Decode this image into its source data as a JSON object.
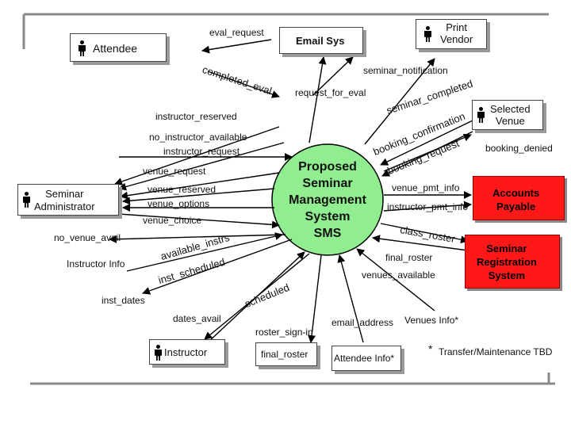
{
  "actors": {
    "attendee": "Attendee",
    "email_sys": "Email Sys",
    "print_vendor": "Print\nVendor",
    "selected_venue": "Selected\nVenue",
    "seminar_admin": "Seminar\nAdministrator",
    "accounts_payable": "Accounts\nPayable",
    "seminar_registration": "Seminar\nRegistration\nSystem",
    "instructor": "Instructor"
  },
  "system": "Proposed\nSeminar\nManagement\nSystem\nSMS",
  "flows": {
    "eval_request": "eval_request",
    "completed_eval": "completed_eval",
    "seminar_notification": "seminar_notification",
    "request_for_eval": "request_for_eval",
    "seminar_completed": "seminar_completed",
    "instructor_reserved": "instructor_reserved",
    "booking_confirmation": "booking_confirmation",
    "no_instructor_available": "no_instructor_available",
    "booking_denied": "booking_denied",
    "instructor_request": "instructor_request",
    "booking_request": "booking_request",
    "venue_request": "venue_request",
    "venue_pmt_info": "venue_pmt_info",
    "venue_reserved": "venue_reserved",
    "venue_options": "venue_options",
    "instructor_pmt_info": "instructor_pmt_info",
    "venue_choice": "venue_choice",
    "class_roster": "class_roster",
    "no_venue_avail": "no_venue_avail",
    "available_instrs": "available_instrs",
    "final_roster_1": "final_roster",
    "instructor_info": "Instructor Info",
    "inst_scheduled": "inst_scheduled",
    "venues_available": "venues_available",
    "inst_dates": "inst_dates",
    "scheduled": "scheduled",
    "dates_avail": "dates_avail",
    "email_address": "email_address",
    "venues_info": "Venues Info*",
    "roster_sign_in": "roster_sign-in",
    "final_roster_2": "final_roster",
    "attendee_info": "Attendee Info*"
  },
  "footnote": {
    "star": "*",
    "text": "Transfer/Maintenance TBD"
  },
  "colors": {
    "system_fill": "#90ee90",
    "external_red": "#ff1818",
    "arrow": "#000000",
    "frame": "#888888"
  }
}
